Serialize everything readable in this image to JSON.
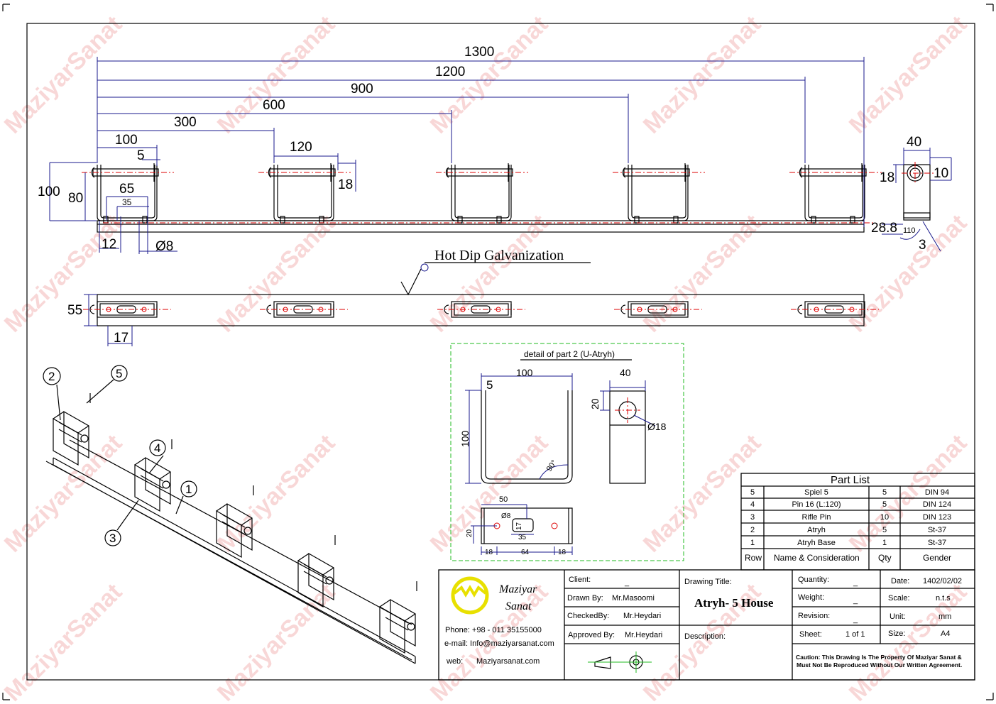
{
  "watermark": "MaziyarSanat",
  "front_view": {
    "dims": {
      "d1300": "1300",
      "d1200": "1200",
      "d900": "900",
      "d600": "600",
      "d300": "300",
      "d100": "100",
      "d5": "5",
      "d120": "120",
      "d18": "18",
      "h100": "100",
      "h80": "80",
      "d65": "65",
      "d35": "35",
      "d12": "12",
      "dia8": "Ø8"
    },
    "side": {
      "d40": "40",
      "d18": "18",
      "d10": "10",
      "d28_8": "28.8",
      "a110": "110",
      "d3": "3"
    }
  },
  "finish_note": "Hot Dip Galvanization",
  "plan_view": {
    "d55": "55",
    "d17": "17"
  },
  "iso_balloons": [
    "1",
    "2",
    "3",
    "4",
    "5"
  ],
  "detail": {
    "title": "detail of part 2 (U-Atryh)",
    "d100w": "100",
    "d5": "5",
    "d100h": "100",
    "angle": "90°",
    "d40": "40",
    "d20": "20",
    "dia18": "Ø18",
    "d50": "50",
    "dia8": "Ø8",
    "d17": "17",
    "d35": "35",
    "d20b": "20",
    "d18a": "18",
    "d64": "64",
    "d18b": "18"
  },
  "part_list": {
    "title": "Part List",
    "headers": {
      "row": "Row",
      "name": "Name & Consideration",
      "qty": "Qty",
      "gender": "Gender"
    },
    "rows": [
      {
        "row": "5",
        "name": "Spiel 5",
        "qty": "5",
        "gender": "DIN 94"
      },
      {
        "row": "4",
        "name": "Pin 16 (L:120)",
        "qty": "5",
        "gender": "DIN 124"
      },
      {
        "row": "3",
        "name": "Rifle Pin",
        "qty": "10",
        "gender": "DIN 123"
      },
      {
        "row": "2",
        "name": "Atryh",
        "qty": "5",
        "gender": "St-37"
      },
      {
        "row": "1",
        "name": "Atryh Base",
        "qty": "1",
        "gender": "St-37"
      }
    ]
  },
  "title_block": {
    "company_line1": "Maziyar",
    "company_line2": "Sanat",
    "phone": "Phone: +98 - 011 35155000",
    "email": "e-mail:  Info@maziyarsanat.com",
    "web_label": "web:",
    "web": "Maziyarsanat.com",
    "client_label": "Client:",
    "client": "_",
    "drawn_label": "Drawn By:",
    "drawn": "Mr.Masoomi",
    "checked_label": "CheckedBy:",
    "checked": "Mr.Heydari",
    "approved_label": "Approved By:",
    "approved": "Mr.Heydari",
    "drawing_title_label": "Drawing Title:",
    "drawing_title": "Atryh- 5 House",
    "description_label": "Description:",
    "quantity_label": "Quantity:",
    "quantity": "_",
    "weight_label": "Weight:",
    "weight": "_",
    "revision_label": "Revision:",
    "revision": "_",
    "sheet_label": "Sheet:",
    "sheet": "1 of 1",
    "date_label": "Date:",
    "date": "1402/02/02",
    "scale_label": "Scale:",
    "scale": "n.t.s",
    "unit_label": "Unit:",
    "unit": "mm",
    "size_label": "Size:",
    "size": "A4",
    "caution1": "Caution: This Drawing Is The Property Of Maziyar Sanat &",
    "caution2": "Must Not Be Reproduced Without Our Written Agreement."
  },
  "colors": {
    "dimension": "#1a1a8c",
    "centerline": "#dd0000",
    "detail_frame": "#22bb22",
    "logo": "#e8e000"
  }
}
